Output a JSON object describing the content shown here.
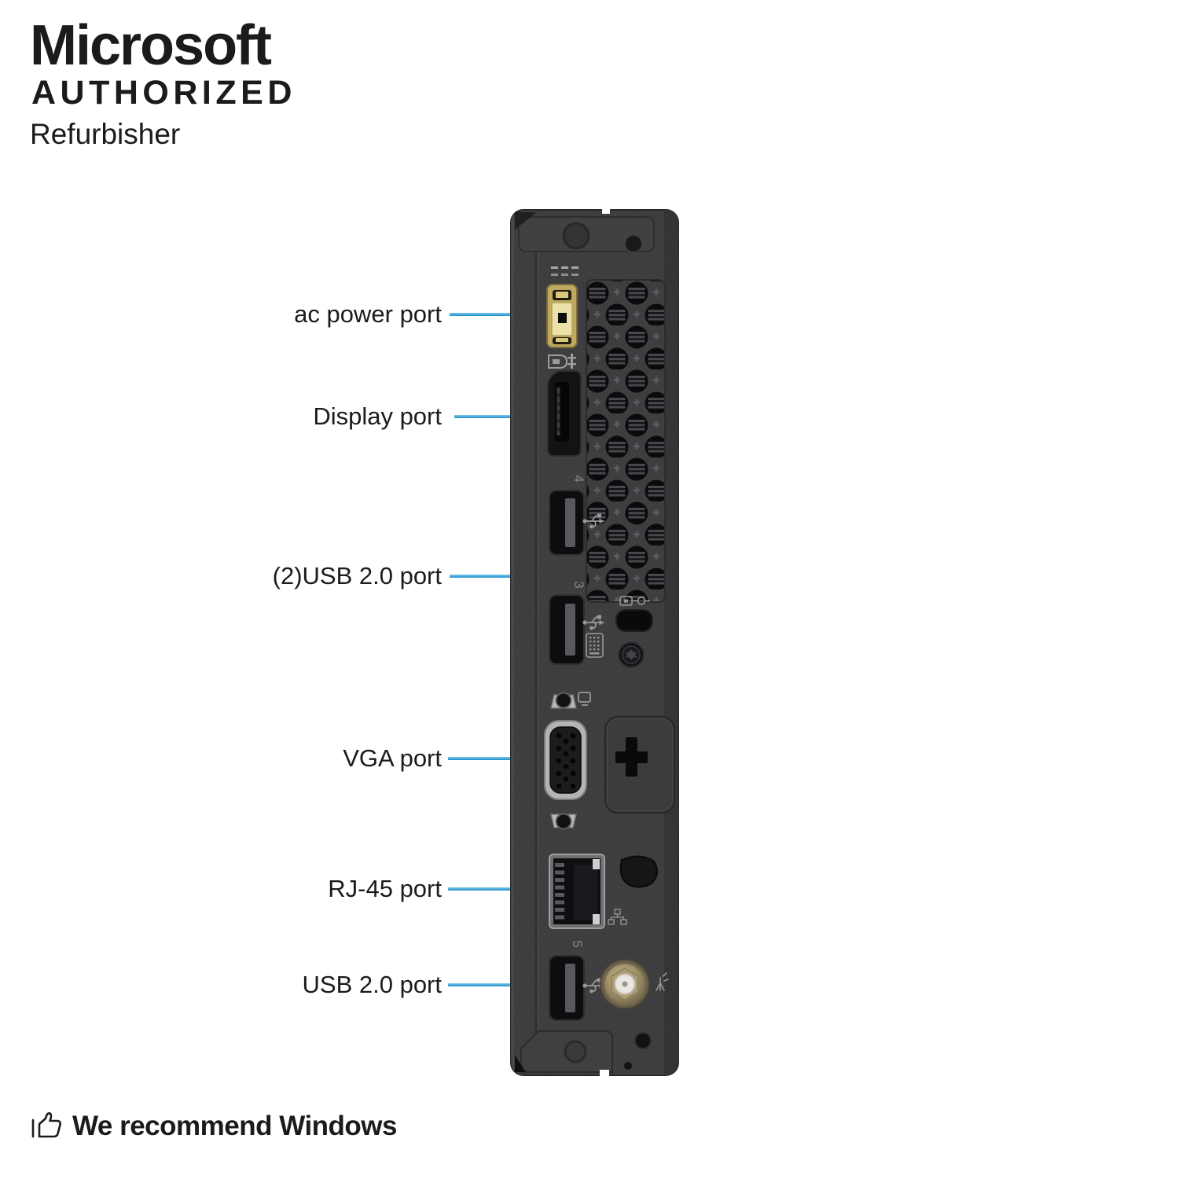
{
  "logo": {
    "line1": "Microsoft",
    "line2": "AUTHORIZED",
    "line3": "Refurbisher"
  },
  "callouts": [
    {
      "id": "ac-power",
      "label": "ac power port"
    },
    {
      "id": "displayport",
      "label": "Display port"
    },
    {
      "id": "usb2-pair",
      "label": "(2)USB 2.0 port"
    },
    {
      "id": "vga",
      "label": "VGA port"
    },
    {
      "id": "rj45",
      "label": "RJ-45 port"
    },
    {
      "id": "usb2-single",
      "label": "USB 2.0 port"
    }
  ],
  "device": {
    "port_markings": [
      "4",
      "3",
      "5"
    ],
    "icons": [
      "dc-power-icon",
      "displayport-icon",
      "usb-icon",
      "keyboard-icon",
      "lock-icon",
      "monitor-icon",
      "ethernet-icon",
      "antenna-icon"
    ]
  },
  "footer": {
    "text": "We recommend Windows",
    "icon": "thumbs-up-icon"
  },
  "colors": {
    "callout_accent": "#2d9fd6",
    "chassis": "#3a3a3c",
    "power_port_yellow": "#d8c276",
    "background": "#ffffff",
    "text": "#1b1b1b"
  }
}
